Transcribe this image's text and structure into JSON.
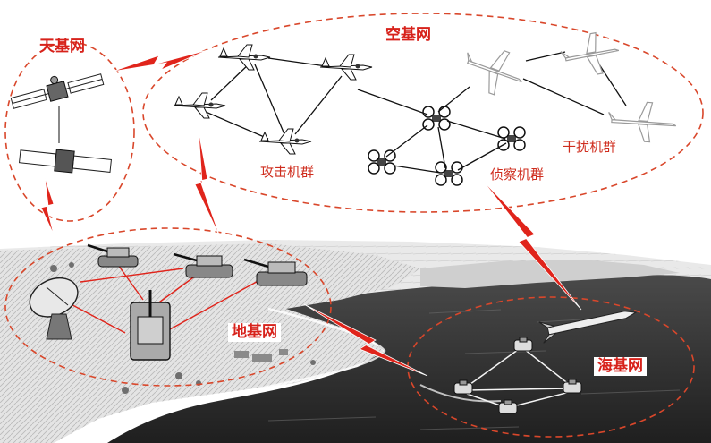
{
  "networks": {
    "space": "天基网",
    "air": "空基网",
    "land": "地基网",
    "sea": "海基网"
  },
  "groups": {
    "attack": "攻击机群",
    "recon": "侦察机群",
    "jamming": "干扰机群"
  },
  "colors": {
    "accent_red": "#d7221b",
    "dashed_boundary": "#d9472b",
    "link_line": "#111111",
    "sea": "#2a2a2a",
    "land": "#d9d9d9"
  }
}
